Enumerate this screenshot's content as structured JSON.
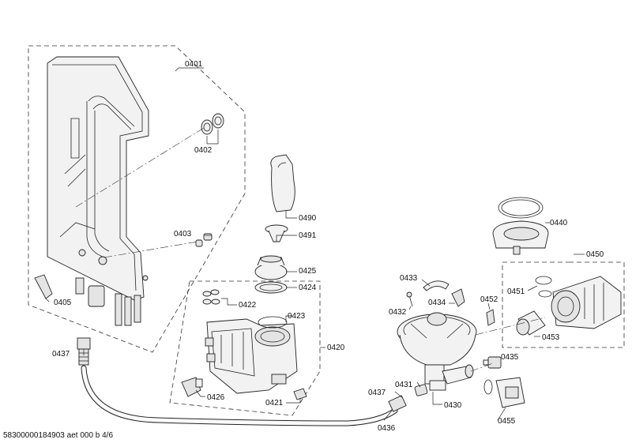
{
  "diagram": {
    "labels": {
      "l0401": "0401",
      "l0402": "0402",
      "l0403": "0403",
      "l0405": "0405",
      "l0437a": "0437",
      "l0490": "0490",
      "l0491": "0491",
      "l0425": "0425",
      "l0424": "0424",
      "l0422": "0422",
      "l0423": "0423",
      "l0420": "0420",
      "l0426": "0426",
      "l0421": "0421",
      "l0433": "0433",
      "l0434": "0434",
      "l0432": "0432",
      "l0452": "0452",
      "l0440": "0440",
      "l0450": "0450",
      "l0451": "0451",
      "l0453": "0453",
      "l0435": "0435",
      "l0431": "0431",
      "l0437b": "0437",
      "l0430": "0430",
      "l0436": "0436",
      "l0455": "0455"
    },
    "footer": "58300000184903 aet 000 b 4/6"
  }
}
